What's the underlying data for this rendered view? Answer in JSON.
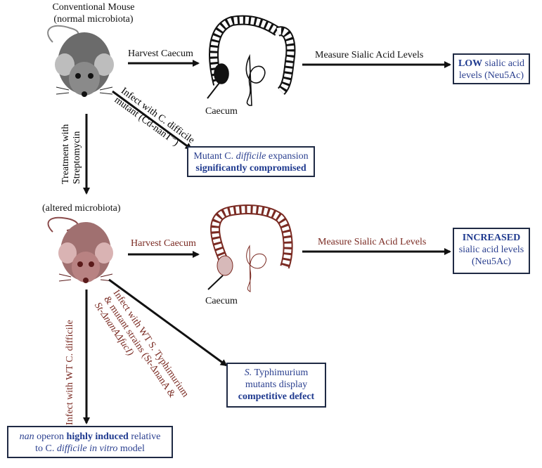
{
  "top": {
    "mouse_title_line1": "Conventional Mouse",
    "mouse_title_line2": "(normal microbiota)",
    "harvest_label": "Harvest Caecum",
    "measure_label": "Measure Sialic Acid Levels",
    "caecum_label": "Caecum",
    "result_box": {
      "bold": "LOW",
      "rest_line1": " sialic acid",
      "line2": "levels (Neu5Ac)"
    },
    "infect_line1": "Infect with C. difficile",
    "infect_line2": "mutant (Cd-nanT⁻)",
    "mutant_box": {
      "line1_a": "Mutant C. ",
      "line1_italic": "difficile",
      "line1_b": " expansion",
      "line2_bold": "significantly compromised"
    }
  },
  "treatment": {
    "line1": "Treatment with",
    "line2": "Streptomycin"
  },
  "bottom": {
    "mouse_title": "(altered microbiota)",
    "harvest_label": "Harvest Caecum",
    "measure_label": "Measure Sialic Acid Levels",
    "caecum_label": "Caecum",
    "result_box": {
      "bold": "INCREASED",
      "line2": "sialic acid levels",
      "line3": "(Neu5Ac)"
    },
    "infect_wt_cd": "Infect with WT C. difficile",
    "infect_st_line1": "Infect with WT S. Typhimurium",
    "infect_st_line2": "& mutant strains (St-ΔnanA &",
    "infect_st_line3": "St-ΔnanAΔfucI)",
    "st_box": {
      "line1_italic": "S.",
      "line1_rest": " Typhimurium",
      "line2": "mutants display",
      "line3_bold": "competitive defect"
    },
    "nan_box": {
      "italic1": "nan",
      "text1": " operon ",
      "bold1": "highly induced",
      "text2": " relative",
      "line2_a": "to C. ",
      "line2_italic": "difficile in vitro",
      "line2_b": " model"
    }
  },
  "colors": {
    "dark": "#111111",
    "accent_red": "#7a2a22",
    "box_blue": "#2a3f8f",
    "box_border": "#1f2a44",
    "mouse_gray": "#6b6b6b",
    "mouse_rose": "#a07070"
  }
}
